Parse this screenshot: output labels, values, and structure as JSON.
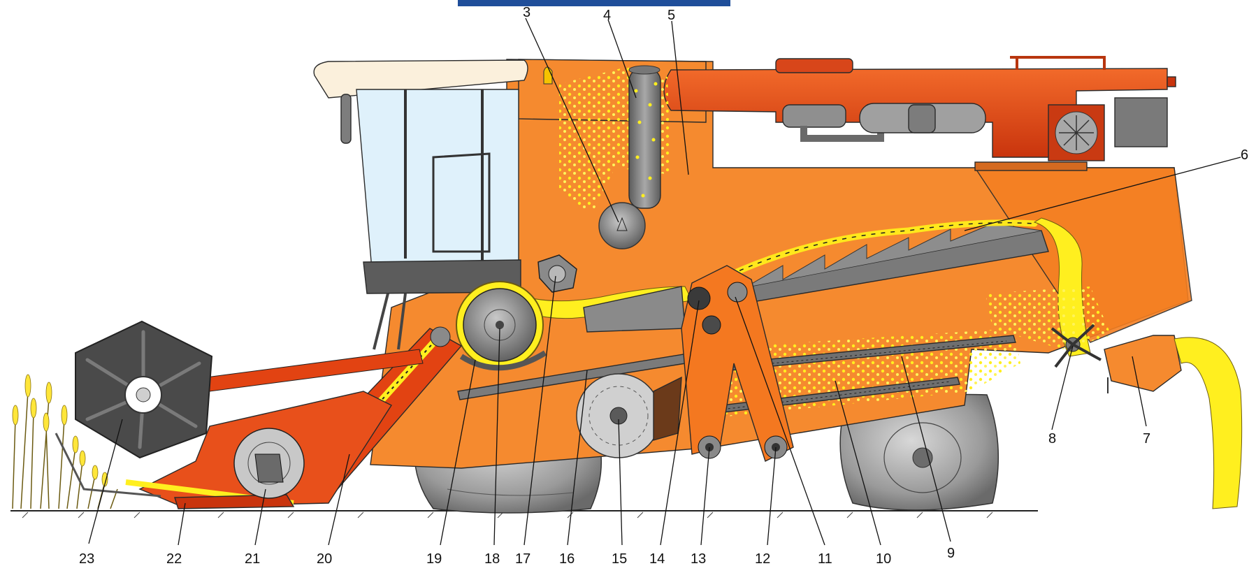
{
  "colors": {
    "body_orange": "#f58a2f",
    "header_red": "#e24312",
    "tank_red": "#e8501b",
    "grain_yellow": "#ffef1f",
    "steel_grey": "#8c8c8c",
    "tire_grey": "#9a9a9a",
    "glass_blue": "#dff1fb",
    "roof_cream": "#fbf0dc",
    "title_blue": "#1f4e9a"
  },
  "icons": [
    "reel-icon",
    "cab-icon",
    "engine-icon",
    "wheel-icon",
    "fan-icon",
    "auger-icon",
    "straw-walker-icon",
    "sieve-icon"
  ],
  "callouts": [
    {
      "id": "c3",
      "label": "3"
    },
    {
      "id": "c4",
      "label": "4"
    },
    {
      "id": "c5",
      "label": "5"
    },
    {
      "id": "c6",
      "label": "6"
    },
    {
      "id": "c7",
      "label": "7"
    },
    {
      "id": "c8",
      "label": "8"
    },
    {
      "id": "c9",
      "label": "9"
    },
    {
      "id": "c10",
      "label": "10"
    },
    {
      "id": "c11",
      "label": "11"
    },
    {
      "id": "c12",
      "label": "12"
    },
    {
      "id": "c13",
      "label": "13"
    },
    {
      "id": "c14",
      "label": "14"
    },
    {
      "id": "c15",
      "label": "15"
    },
    {
      "id": "c16",
      "label": "16"
    },
    {
      "id": "c17",
      "label": "17"
    },
    {
      "id": "c18",
      "label": "18"
    },
    {
      "id": "c19",
      "label": "19"
    },
    {
      "id": "c20",
      "label": "20"
    },
    {
      "id": "c21",
      "label": "21"
    },
    {
      "id": "c22",
      "label": "22"
    },
    {
      "id": "c23",
      "label": "23"
    }
  ]
}
